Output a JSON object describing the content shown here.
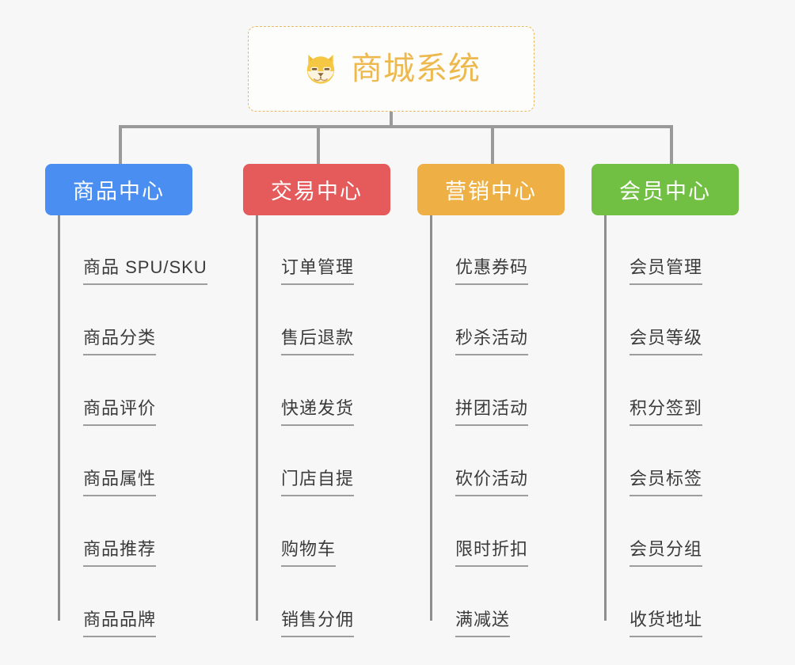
{
  "diagram": {
    "type": "org-tree",
    "background_color": "#f7f7f7",
    "root": {
      "title": "商城系统",
      "icon": "shiba-dog-face-icon",
      "text_color": "#edb94e",
      "border_color": "#e8b960",
      "border_style": "dashed"
    },
    "connector_color": "#9a9a9a",
    "leaf_text_color": "#3b3b3b",
    "leaf_rule_color": "#9d9d9d",
    "categories": [
      {
        "label": "商品中心",
        "color": "#4a8ef2",
        "leaves": [
          "商品 SPU/SKU",
          "商品分类",
          "商品评价",
          "商品属性",
          "商品推荐",
          "商品品牌"
        ]
      },
      {
        "label": "交易中心",
        "color": "#e55b5b",
        "leaves": [
          "订单管理",
          "售后退款",
          "快递发货",
          "门店自提",
          "购物车",
          "销售分佣"
        ]
      },
      {
        "label": "营销中心",
        "color": "#eeb044",
        "leaves": [
          "优惠券码",
          "秒杀活动",
          "拼团活动",
          "砍价活动",
          "限时折扣",
          "满减送"
        ]
      },
      {
        "label": "会员中心",
        "color": "#72c043",
        "leaves": [
          "会员管理",
          "会员等级",
          "积分签到",
          "会员标签",
          "会员分组",
          "收货地址"
        ]
      }
    ]
  }
}
